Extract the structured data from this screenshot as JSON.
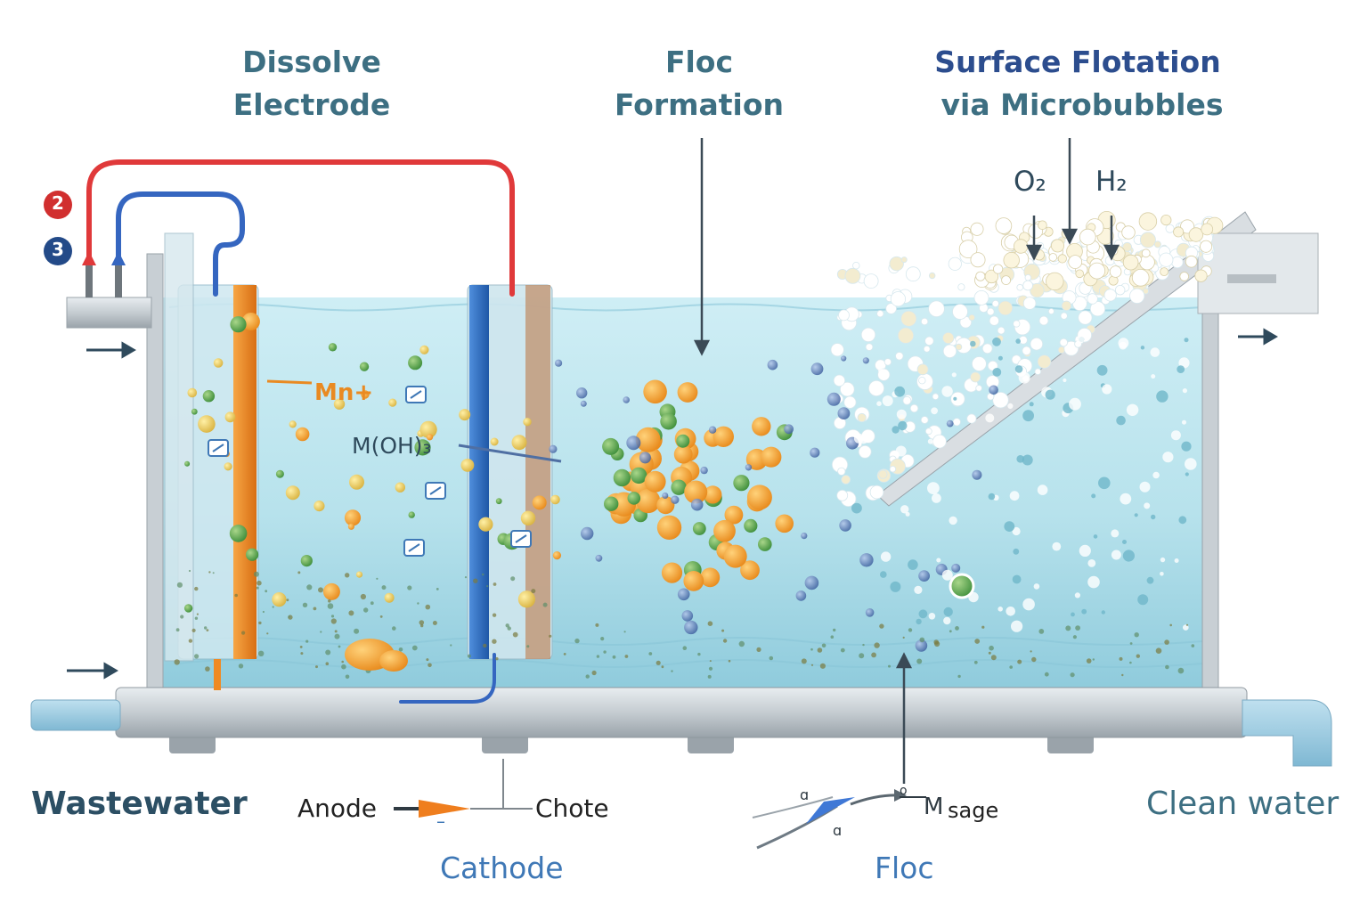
{
  "headings": {
    "dissolve_line1": "Dissolve",
    "dissolve_line2": "Electrode",
    "floc_line1": "Floc",
    "floc_line2": "Formation",
    "flotation_line1": "Surface Flotation",
    "flotation_line2": "via Microbubbles"
  },
  "gases": {
    "o2": "O₂",
    "h2": "H₂"
  },
  "power_terminals": {
    "positive": "2",
    "negative": "3"
  },
  "tank_labels": {
    "ion": "Mn+",
    "hydroxide": "M(OH)₃"
  },
  "bottom_labels": {
    "wastewater": "Wastewater",
    "anode": "Anode",
    "minus": "–",
    "chote": "Chote",
    "cathode": "Cathode",
    "floc": "Floc",
    "sage": "sage",
    "clean_water": "Clean water"
  },
  "colors": {
    "anode_orange": "#f08a23",
    "cathode_blue": "#2f6fc0",
    "positive_wire": "#e0393a",
    "negative_wire": "#3566c0",
    "water": "#a9dbe7",
    "title_teal": "#3d6f82"
  }
}
